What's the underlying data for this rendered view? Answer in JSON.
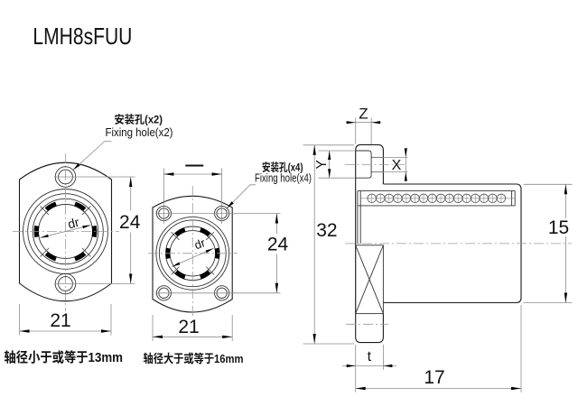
{
  "title": "LMH8sFUU",
  "front_view_2hole": {
    "callout_cn": "安装孔(x2)",
    "callout_en": "Fixing hole(x2)",
    "bore_label": "dr",
    "dim_hole_pitch_v": "24",
    "dim_width": "21",
    "note": "轴径小于或等于13mm"
  },
  "front_view_4hole": {
    "callout_cn": "安装孔(x4)",
    "callout_en": "Fixing hole(x4)",
    "bore_label": "dr",
    "dim_hole_pitch_h": "—",
    "dim_hole_pitch_v": "24",
    "dim_width": "21",
    "note": "轴径大于或等于16mm"
  },
  "side_view": {
    "dim_hole_depth": "Z",
    "dim_counterbore_dia": "Y",
    "dim_hole_dia": "X",
    "dim_flange_height": "32",
    "dim_body_dia": "15",
    "dim_flange_thickness": "t",
    "dim_length": "17"
  },
  "colors": {
    "line": "#1a1a1a",
    "thin_line": "#8c8c8c",
    "text": "#111111",
    "background": "#ffffff"
  }
}
